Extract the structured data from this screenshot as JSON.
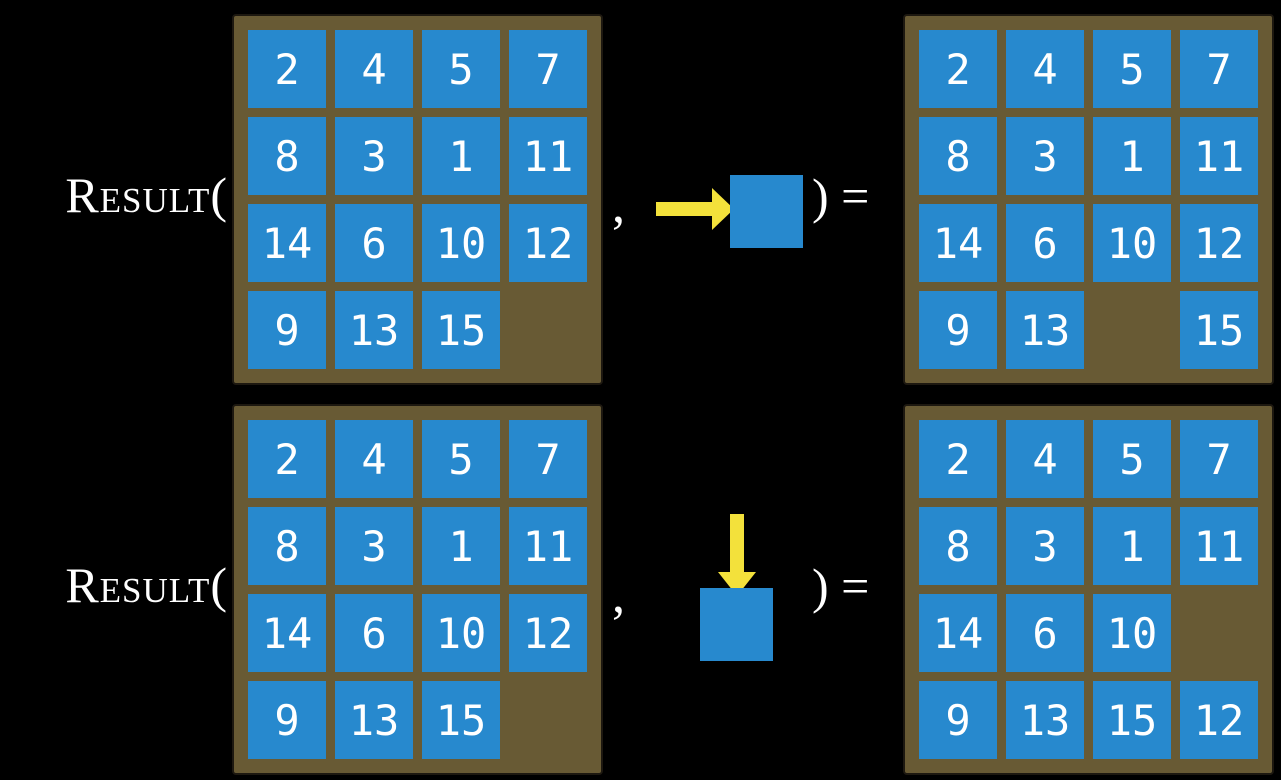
{
  "colors": {
    "background": "#000000",
    "tile_blue": "#2789CE",
    "frame_brown": "#685A34",
    "arrow_yellow": "#F3E13B",
    "text_white": "#FFFFFF"
  },
  "rows": [
    {
      "function_label": "Result(",
      "comma": ",",
      "close_label": ") =",
      "action": {
        "name": "move-right",
        "icon": "arrow-right-icon"
      },
      "input_board": {
        "grid": [
          [
            2,
            4,
            5,
            7
          ],
          [
            8,
            3,
            1,
            11
          ],
          [
            14,
            6,
            10,
            12
          ],
          [
            9,
            13,
            15,
            null
          ]
        ]
      },
      "output_board": {
        "grid": [
          [
            2,
            4,
            5,
            7
          ],
          [
            8,
            3,
            1,
            11
          ],
          [
            14,
            6,
            10,
            12
          ],
          [
            9,
            13,
            null,
            15
          ]
        ]
      }
    },
    {
      "function_label": "Result(",
      "comma": ",",
      "close_label": ") =",
      "action": {
        "name": "move-down",
        "icon": "arrow-down-icon"
      },
      "input_board": {
        "grid": [
          [
            2,
            4,
            5,
            7
          ],
          [
            8,
            3,
            1,
            11
          ],
          [
            14,
            6,
            10,
            12
          ],
          [
            9,
            13,
            15,
            null
          ]
        ]
      },
      "output_board": {
        "grid": [
          [
            2,
            4,
            5,
            7
          ],
          [
            8,
            3,
            1,
            11
          ],
          [
            14,
            6,
            10,
            null
          ],
          [
            9,
            13,
            15,
            12
          ]
        ]
      }
    }
  ]
}
